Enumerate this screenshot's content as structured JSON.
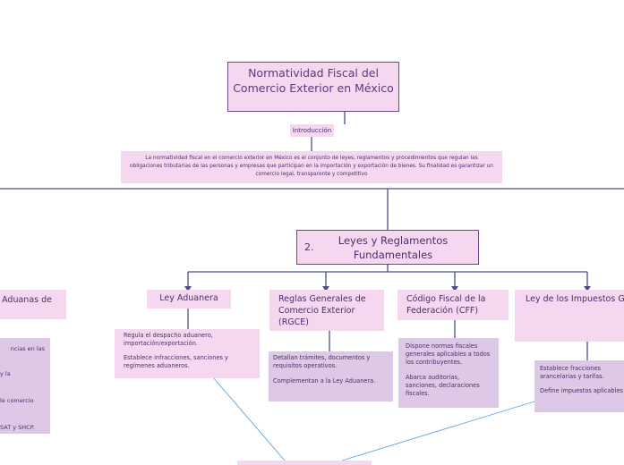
{
  "root": {
    "title": "Normatividad Fiscal del Comercio Exterior en México"
  },
  "intro": {
    "label": "Introducción",
    "text": "La normatividad fiscal en el comercio exterior en México es el conjunto de leyes, reglamentos y procedimientos que regulan las obligaciones tributarias de las personas y empresas que participan en la importación y exportación de bienes. Su finalidad es garantizar un comercio legal, transparente y competitivo"
  },
  "section": {
    "number": "2.",
    "title": "Leyes y Reglamentos Fundamentales"
  },
  "branches": {
    "left_partial": {
      "title": "Aduanas de",
      "details": [
        "ncias en las",
        "y la",
        "le comercio",
        "SAT y SHCP."
      ]
    },
    "ley_aduanera": {
      "title": "Ley Aduanera",
      "details": [
        "Regula el despacho aduanero, importación/exportación.",
        "Establece infracciones, sanciones y regímenes aduaneros."
      ]
    },
    "rgce": {
      "title": "Reglas Generales de Comercio Exterior (RGCE)",
      "details": [
        "Detallan trámites, documentos y requisitos operativos.",
        "Complementan a la Ley Aduanera."
      ]
    },
    "cff": {
      "title": "Código Fiscal de la Federación (CFF)",
      "details": [
        "Dispone normas fiscales generales aplicables a todos los contribuyentes.",
        "Abarca auditorías, sanciones, declaraciones fiscales."
      ]
    },
    "ligie": {
      "title": "Ley de los Impuestos Generales de Importación y de Exportación (LIGIE)",
      "details": [
        "Establece fracciones arancelarias y tarifas.",
        "Define impuestos aplicables a mercancías."
      ]
    }
  },
  "colors": {
    "pink": "#f5d8f0",
    "lavender": "#ddc8e6",
    "line": "#4a4f8c",
    "link": "#5ba7e8",
    "text": "#4a2f6b"
  }
}
